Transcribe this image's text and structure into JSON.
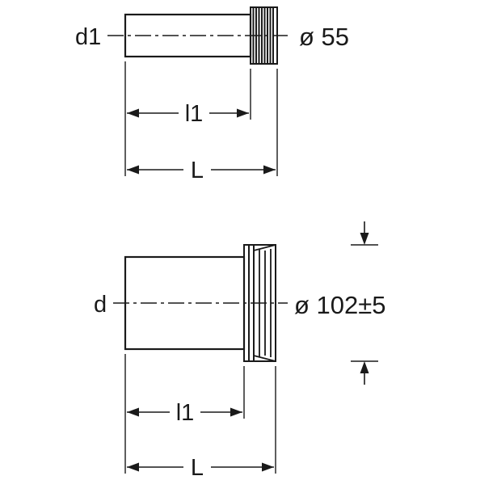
{
  "page": {
    "background": "#ffffff",
    "line_color": "#1a1a1a"
  },
  "top_view": {
    "left_label": "d1",
    "right_label": "ø 55",
    "dim_l1": "l1",
    "dim_L": "L"
  },
  "bottom_view": {
    "left_label": "d",
    "right_label": "ø 102±5",
    "dim_l1": "l1",
    "dim_L": "L"
  }
}
